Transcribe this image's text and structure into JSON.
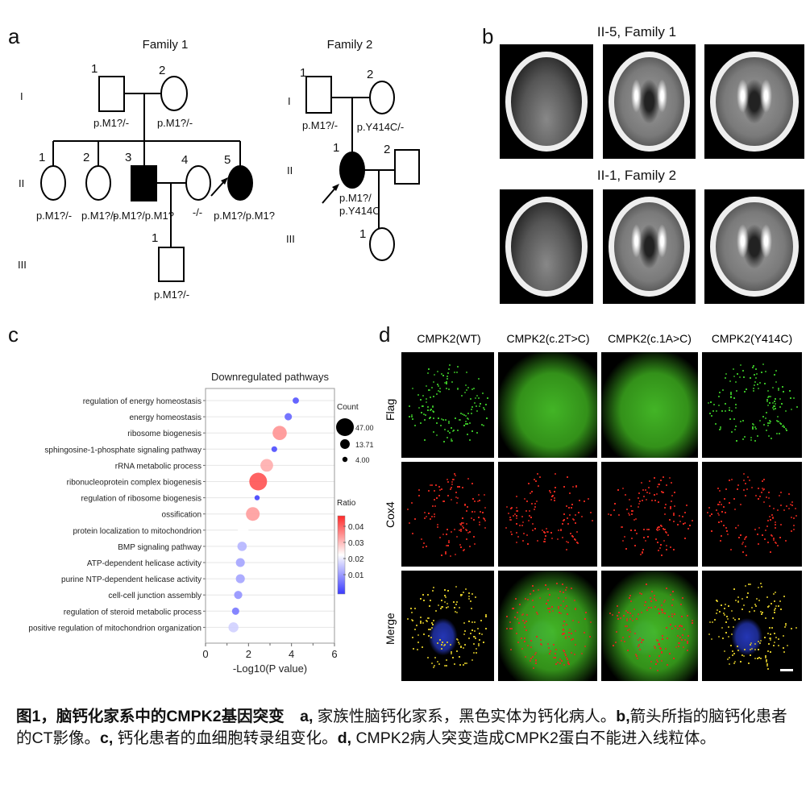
{
  "panels": {
    "a": "a",
    "b": "b",
    "c": "c",
    "d": "d"
  },
  "family1": {
    "title": "Family 1",
    "generations": [
      "I",
      "II",
      "III"
    ],
    "members": {
      "I1": {
        "num": "1",
        "genotype": "p.M1?/-"
      },
      "I2": {
        "num": "2",
        "genotype": "p.M1?/-"
      },
      "II1": {
        "num": "1",
        "genotype": "p.M1?/-"
      },
      "II2": {
        "num": "2",
        "genotype": "p.M1?/-"
      },
      "II3": {
        "num": "3",
        "genotype": "p.M1?/p.M1?"
      },
      "II4": {
        "num": "4",
        "genotype": "-/-"
      },
      "II5": {
        "num": "5",
        "genotype": "p.M1?/p.M1?"
      },
      "III1": {
        "num": "1",
        "genotype": "p.M1?/-"
      }
    }
  },
  "family2": {
    "title": "Family 2",
    "generations": [
      "I",
      "II",
      "III"
    ],
    "members": {
      "I1": {
        "num": "1",
        "genotype": "p.M1?/-"
      },
      "I2": {
        "num": "2",
        "genotype": "p.Y414C/-"
      },
      "II1": {
        "num": "1",
        "genotype_line1": "p.M1?/",
        "genotype_line2": "p.Y414C"
      },
      "II2": {
        "num": "2"
      },
      "III1": {
        "num": "1"
      }
    }
  },
  "ct": {
    "row1_title": "II-5, Family 1",
    "row2_title": "II-1, Family 2"
  },
  "chart_data": {
    "type": "scatter",
    "title": "Downregulated pathways",
    "xlabel": "-Log10(P value)",
    "xlim": [
      0,
      6
    ],
    "xticks": [
      "0",
      "2",
      "4",
      "6"
    ],
    "categories": [
      "regulation of energy homeostasis",
      "energy homeostasis",
      "ribosome biogenesis",
      "sphingosine-1-phosphate signaling pathway",
      "rRNA metabolic process",
      "ribonucleoprotein complex biogenesis",
      "regulation of ribosome biogenesis",
      "ossification",
      "protein localization to mitochondrion",
      "BMP signaling pathway",
      "ATP-dependent helicase activity",
      "purine NTP-dependent helicase activity",
      "cell-cell junction assembly",
      "regulation of steroid metabolic process",
      "positive regulation of mitochondrion organization"
    ],
    "x": [
      4.2,
      3.85,
      3.45,
      3.2,
      2.85,
      2.45,
      2.4,
      2.2,
      1.75,
      1.7,
      1.62,
      1.62,
      1.52,
      1.4,
      1.3
    ],
    "count": [
      6,
      8,
      30,
      5,
      24,
      47,
      4,
      28,
      17,
      13,
      12,
      12,
      10,
      8,
      15
    ],
    "ratio": [
      0.006,
      0.008,
      0.035,
      0.005,
      0.032,
      0.043,
      0.004,
      0.034,
      0.022,
      0.017,
      0.015,
      0.015,
      0.013,
      0.01,
      0.02
    ],
    "size_legend": {
      "title": "Count",
      "values": [
        47.0,
        13.71,
        4.0
      ],
      "labels": [
        "47.00",
        "13.71",
        "4.00"
      ]
    },
    "color_legend": {
      "title": "Ratio",
      "labels": [
        "0.04",
        "0.03",
        "0.02",
        "0.01"
      ],
      "low_color": "#3a3aff",
      "mid_color": "#ffffff",
      "high_color": "#ff2a2a"
    }
  },
  "microscopy": {
    "columns": [
      "CMPK2(WT)",
      "CMPK2(c.2T>C)",
      "CMPK2(c.1A>C)",
      "CMPK2(Y414C)"
    ],
    "rows": [
      "Flag",
      "Cox4",
      "Merge"
    ]
  },
  "caption": {
    "segments": [
      {
        "text": "图1，脑钙化家系中的CMPK2基因突变",
        "bold": true
      },
      {
        "text": "　a,",
        "bold": true
      },
      {
        "text": " 家族性脑钙化家系，黑色实体为钙化病人。",
        "bold": false
      },
      {
        "text": "b,",
        "bold": true
      },
      {
        "text": "箭头所指的脑钙化患者的CT影像。",
        "bold": false
      },
      {
        "text": "c,",
        "bold": true
      },
      {
        "text": " 钙化患者的血细胞转录组变化。",
        "bold": false
      },
      {
        "text": "d,",
        "bold": true
      },
      {
        "text": " CMPK2病人突变造成CMPK2蛋白不能进入线粒体。",
        "bold": false
      }
    ]
  }
}
